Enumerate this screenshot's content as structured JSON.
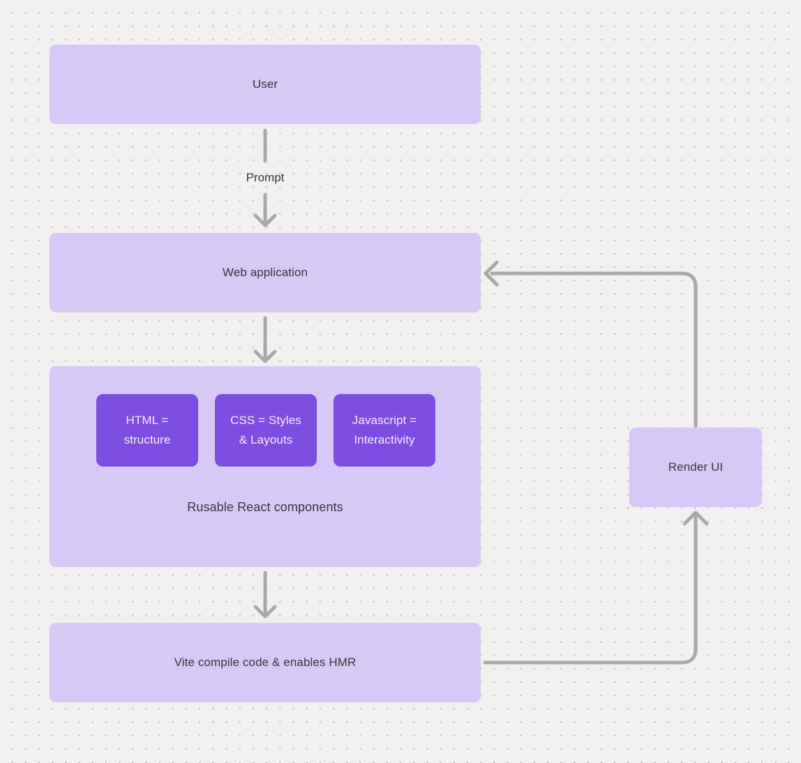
{
  "diagram": {
    "background": {
      "color": "#f2f1f0",
      "dot_color": "#c4c2c1"
    },
    "colors": {
      "node_fill": "#d7c9f5",
      "component_fill": "#7c4de0",
      "arrow": "#a8a8a8",
      "node_text": "#39333f",
      "component_text": "#f3eefc"
    },
    "nodes": {
      "user": {
        "label": "User"
      },
      "web_application": {
        "label": "Web application"
      },
      "components": {
        "caption": "Rusable React components",
        "items": [
          {
            "lines": [
              "HTML =",
              "structure"
            ]
          },
          {
            "lines": [
              "CSS = Styles",
              "& Layouts"
            ]
          },
          {
            "lines": [
              "Javascript =",
              "Interactivity"
            ]
          }
        ]
      },
      "vite": {
        "label": "Vite compile code & enables HMR"
      },
      "render_ui": {
        "label": "Render UI"
      }
    },
    "edge_labels": {
      "prompt": "Prompt"
    }
  }
}
